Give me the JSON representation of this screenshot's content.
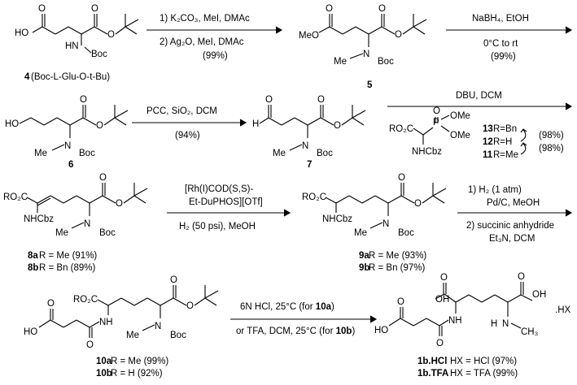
{
  "scheme": {
    "step1": {
      "reagent_line1": "1) K₂CO₃, MeI, DMAc",
      "reagent_line2": "2) Ag₂O, MeI, DMAc",
      "yield": "(99%)"
    },
    "step2": {
      "reagent": "NaBH₄, EtOH",
      "conditions": "0°C to rt",
      "yield": "(99%)"
    },
    "step3": {
      "reagent": "PCC, SiO₂, DCM",
      "yield": "(94%)"
    },
    "step4": {
      "reagent": "DBU, DCM",
      "phosphonate_R": "RO₂C",
      "phosphonate_P": "P",
      "phosphonate_O": "O",
      "phosphonate_OMe1": "OMe",
      "phosphonate_OMe2": "OMe",
      "phosphonate_NHCbz": "NHCbz",
      "list": [
        {
          "num": "13",
          "text": " R=Bn",
          "yield": "(98%)"
        },
        {
          "num": "12",
          "text": " R=H",
          "yield": ""
        },
        {
          "num": "11",
          "text": " R=Me",
          "yield": "(98%)"
        }
      ]
    },
    "step5": {
      "catalyst_line1": "[Rh(I)COD(S,S)-",
      "catalyst_line2": "Et-DuPHOS][OTf]",
      "conditions": "H₂ (50 psi), MeOH"
    },
    "step6": {
      "line1": "1) H₂ (1 atm)",
      "line2": "Pd/C, MeOH",
      "line3": "2) succinic anhydride",
      "line4": "Et₃N, DCM"
    },
    "step7": {
      "line1_pre": "6N HCl, 25°C (for ",
      "line1_bold": "10a",
      "line1_post": ")",
      "line2_pre": "or TFA, DCM, 25°C (for ",
      "line2_bold": "10b",
      "line2_post": ")"
    },
    "compounds": {
      "c4": {
        "num": "4",
        "name": " (Boc-L-Glu-O-t-Bu)",
        "HO": "HO",
        "HN": "HN",
        "Boc": "Boc",
        "O1": "O",
        "O2": "O",
        "O3": "O"
      },
      "c5": {
        "num": "5",
        "MeO": "MeO",
        "Me": "Me",
        "N": "N",
        "Boc": "Boc",
        "O1": "O",
        "O2": "O",
        "O3": "O"
      },
      "c6": {
        "num": "6",
        "HO": "HO",
        "Me": "Me",
        "N": "N",
        "Boc": "Boc",
        "O1": "O",
        "O2": "O"
      },
      "c7": {
        "num": "7",
        "H": "H",
        "Me": "Me",
        "N": "N",
        "Boc": "Boc",
        "O1": "O",
        "O2": "O",
        "O3": "O"
      },
      "c8": {
        "num_a": "8a",
        "text_a": "  R = Me (91%)",
        "num_b": "8b",
        "text_b": "  R = Bn (89%)",
        "RO2C": "RO₂C",
        "NHCbz": "NHCbz",
        "Me": "Me",
        "N": "N",
        "Boc": "Boc",
        "O1": "O",
        "O2": "O",
        "O3": "O"
      },
      "c9": {
        "num_a": "9a",
        "text_a": "  R = Me (93%)",
        "num_b": "9b",
        "text_b": "  R = Bn (97%)",
        "RO2C": "RO₂C",
        "NHCbz": "NHCbz",
        "Me": "Me",
        "N": "N",
        "Boc": "Boc",
        "O1": "O",
        "O2": "O"
      },
      "c10": {
        "num_a": "10a",
        "text_a": "  R = Me (99%)",
        "num_b": "10b",
        "text_b": "  R = H   (92%)",
        "RO2C": "RO₂C",
        "HO": "HO",
        "NH": "NH",
        "Me": "Me",
        "N": "N",
        "Boc": "Boc",
        "O1": "O",
        "O2": "O",
        "O3": "O",
        "O4": "O"
      },
      "c1b": {
        "num_a": "1b.HCl",
        "text_a": "   HX = HCl  (97%)",
        "num_b": "1b.TFA",
        "text_b": "   HX = TFA  (99%)",
        "HO": "HO",
        "NH": "NH",
        "OH": "OH",
        "OH2": "OH",
        "H": "H",
        "N": "N",
        "CH3": "CH₃",
        "HX": ".HX",
        "O1": "O",
        "O2": "O",
        "O3": "O",
        "O4": "O"
      }
    }
  }
}
